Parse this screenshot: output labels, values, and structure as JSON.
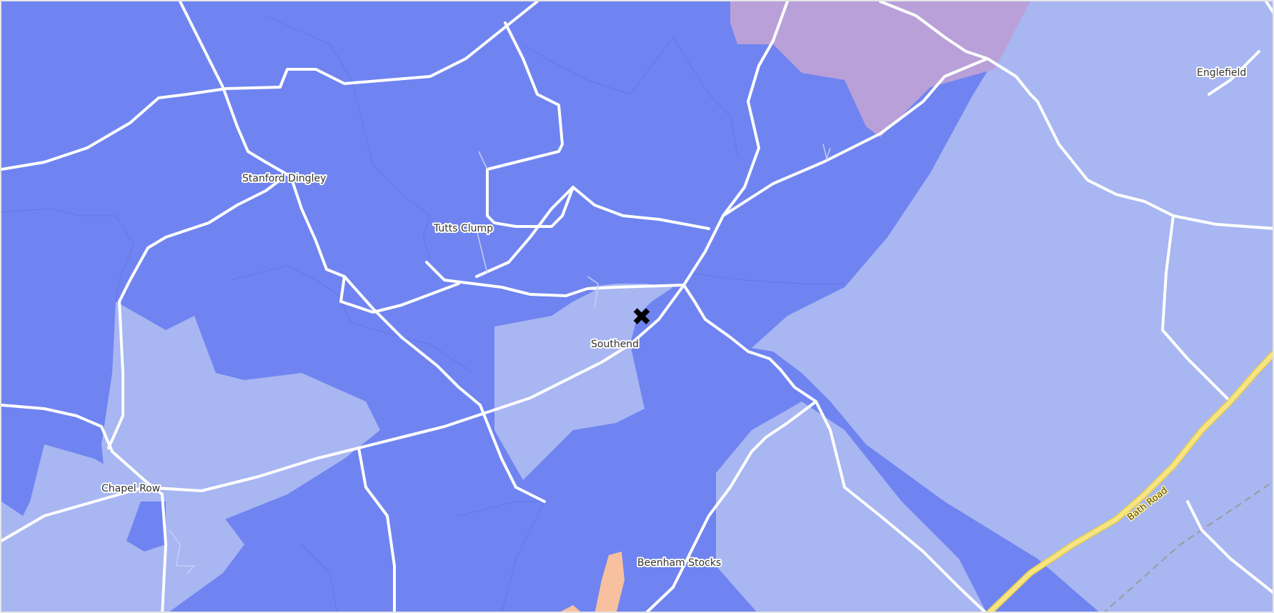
{
  "map": {
    "colors": {
      "dark_zone": "#6f84f0",
      "light_zone": "#a8b6f2",
      "purple_zone": "#b9a0d8",
      "peach_zone": "#f7c1a0",
      "minor_road": "#ffffff",
      "a_road": "#f7e483",
      "a_road_casing": "#e6cd4a",
      "railway": "#9a9a9a",
      "marker": "#000000"
    },
    "labels": {
      "stanford_dingley": "Stanford Dingley",
      "tutts_clump": "Tutts Clump",
      "southend": "Southend",
      "chapel_row": "Chapel Row",
      "beenham_stocks": "Beenham Stocks",
      "englefield": "Englefield",
      "bath_road": "Bath Road"
    },
    "marker": {
      "icon": "cross-marker-icon",
      "glyph": "✖"
    }
  }
}
